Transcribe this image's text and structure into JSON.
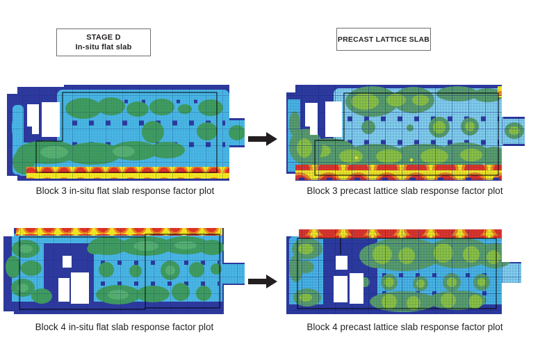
{
  "page": {
    "background": "#ffffff"
  },
  "headers": {
    "left": {
      "line1": "STAGE D",
      "line2": "In-situ flat slab"
    },
    "right": {
      "label": "PRECAST LATTICE SLAB"
    }
  },
  "plots": {
    "block3_insitu": {
      "caption": "Block 3 in-situ flat slab response factor plot"
    },
    "block3_precast": {
      "caption": "Block 3 precast lattice slab response factor plot"
    },
    "block4_insitu": {
      "caption": "Block 4 in-situ flat slab response factor plot"
    },
    "block4_precast": {
      "caption": "Block 4 precast lattice slab response factor plot"
    }
  },
  "arrows": [
    {
      "from": "block3_insitu",
      "to": "block3_precast",
      "direction": "right"
    },
    {
      "from": "block4_insitu",
      "to": "block4_precast",
      "direction": "right"
    }
  ],
  "palette": {
    "royal": "#2e3a9e",
    "blue": "#2b50c8",
    "cyan": "#49b8e6",
    "cyanLight": "#84d2ef",
    "green": "#3f9d5e",
    "greenMid": "#57b26f",
    "sage": "#5aa069",
    "greenLight": "#8dc63f",
    "yellow": "#f7ec1f",
    "orange": "#f6891f",
    "red": "#e43425",
    "ink": "#231f20",
    "outline": "#000000",
    "boxBorder": "#6d6e71"
  }
}
